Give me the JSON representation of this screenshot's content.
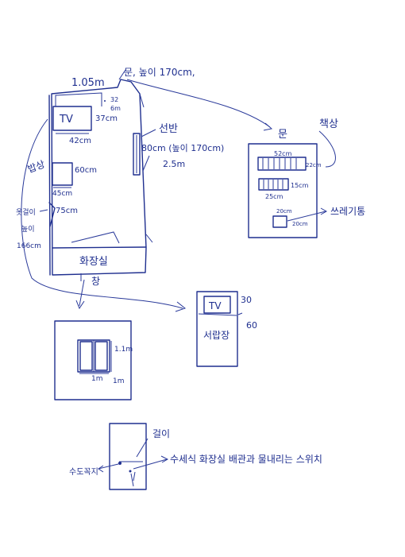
{
  "room": {
    "top_width": "1.05m",
    "door_note": "문, 높이 170cm,",
    "tv": {
      "label": "TV",
      "width": "42cm",
      "depth": "37cm",
      "gap_a": "32",
      "gap_b": "6m"
    },
    "shelf": {
      "label": "선반",
      "size": "80cm (높이 170cm)",
      "height": "2.5m"
    },
    "table": {
      "label": "밥상",
      "length": "60cm",
      "width": "45cm"
    },
    "hook": {
      "label": "옷걸이",
      "height_label": "높이",
      "size": "75cm",
      "height": "166cm"
    },
    "bathroom": "화장실",
    "window": "창"
  },
  "door_detail": {
    "label": "문",
    "desk_label": "책상",
    "box1_width": "52cm",
    "box1_depth": "22cm",
    "box2_depth": "15cm",
    "box2_width": "25cm",
    "small_size": "20cm",
    "small_depth": "20cm",
    "small_label": "쓰레기통"
  },
  "window_detail": {
    "width": "1.1m",
    "height_a": "1m",
    "height_b": "1m"
  },
  "tv_detail": {
    "label": "TV",
    "item_label": "서랍장",
    "width": "30",
    "depth": "60"
  },
  "bath_detail": {
    "hook_label": "걸이",
    "switch_note": "수세식 화장실 배관과 물내리는 스위치",
    "faucet_label": "수도꼭지"
  }
}
